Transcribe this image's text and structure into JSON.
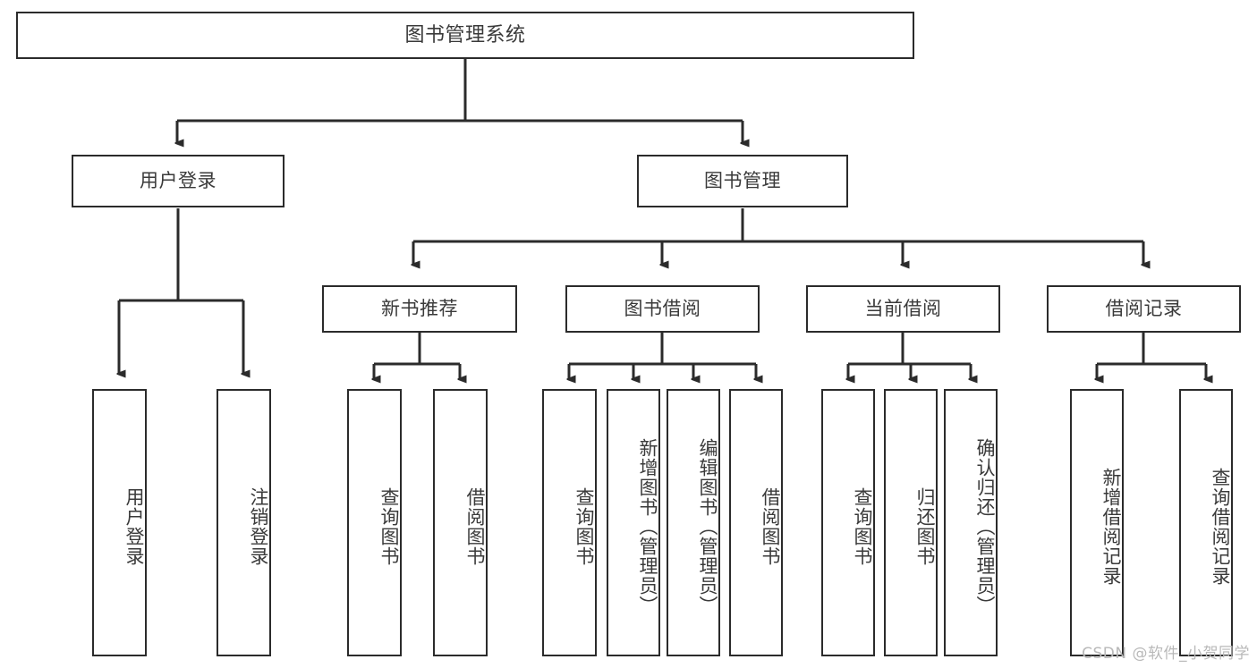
{
  "diagram": {
    "title": "图书管理系统",
    "type": "tree-hierarchy-diagram",
    "accent_color": "#2b2b2b",
    "text_color": "#3a3a3a",
    "background_color": "#ffffff"
  },
  "root": {
    "label": "图书管理系统"
  },
  "level2": [
    {
      "label": "用户登录"
    },
    {
      "label": "图书管理"
    }
  ],
  "level3": [
    {
      "label": "新书推荐"
    },
    {
      "label": "图书借阅"
    },
    {
      "label": "当前借阅"
    },
    {
      "label": "借阅记录"
    }
  ],
  "leaves": {
    "user_login": [
      {
        "label": "用户登录"
      },
      {
        "label": "注销登录"
      }
    ],
    "new_book_recommend": [
      {
        "label": "查询图书"
      },
      {
        "label": "借阅图书"
      }
    ],
    "book_borrow": [
      {
        "label": "查询图书"
      },
      {
        "label": "新增图书（管理员）"
      },
      {
        "label": "编辑图书（管理员）"
      },
      {
        "label": "借阅图书"
      }
    ],
    "current_borrow": [
      {
        "label": "查询图书"
      },
      {
        "label": "归还图书"
      },
      {
        "label": "确认归还（管理员）"
      }
    ],
    "borrow_record": [
      {
        "label": "新增借阅记录"
      },
      {
        "label": "查询借阅记录"
      }
    ]
  },
  "watermark": {
    "text": "CSDN @软件_小贺同学"
  }
}
